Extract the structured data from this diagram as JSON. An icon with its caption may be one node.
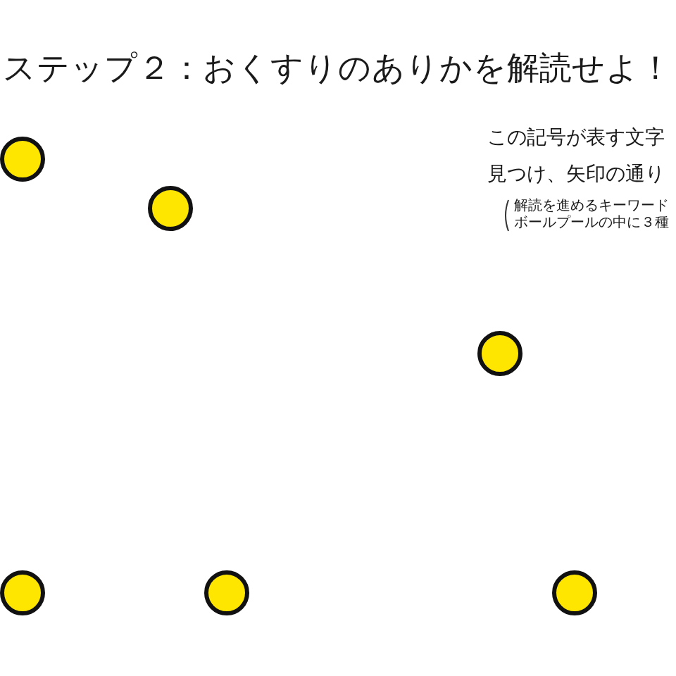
{
  "diagram": {
    "title": "ステップ２：おくすりのありかを解読せよ！",
    "nodes": [
      {
        "text": [],
        "shape": "circle"
      },
      {
        "text": [],
        "shape": "circle"
      },
      {
        "text": [],
        "shape": "circle"
      },
      {
        "text": [],
        "shape": "circle"
      },
      {
        "text": [],
        "shape": "circle"
      },
      {
        "text": [],
        "shape": "circle"
      }
    ],
    "labels": [
      "この記号が表す文字",
      "見つけ、矢印の通り",
      "解読を進めるキーワード",
      "ボールプールの中に３種"
    ]
  }
}
